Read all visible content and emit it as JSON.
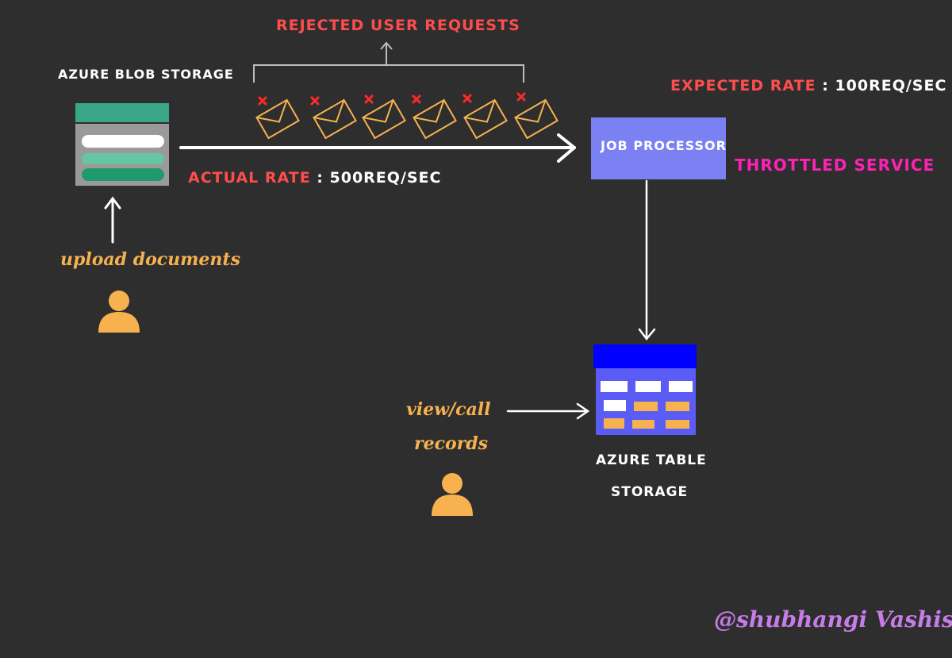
{
  "labels": {
    "rejected": "Rejected user requests",
    "blob_storage": "Azure Blob Storage",
    "expected_rate_label": "Expected rate",
    "expected_rate_value": "100REQ/SEC",
    "actual_rate_label": "Actual rate",
    "actual_rate_value": "500REQ/SEC",
    "job_processor": "Job Processor",
    "throttled_service": "Throttled service",
    "upload_documents": "upload documents",
    "view_call_line1": "view/call",
    "view_call_line2": "records",
    "table_storage_line1": "Azure Table",
    "table_storage_line2": "Storage",
    "signature": "@shubhangi Vashist"
  },
  "colors": {
    "background": "#2e2e2e",
    "red_text": "#ff4d4d",
    "orange": "#f7b24f",
    "job_processor_fill": "#7b80f2",
    "throttled_pink": "#ff21b5",
    "table_header": "#0000ff",
    "table_body": "#5b5cf5",
    "blob_header": "#3aa789",
    "signature_purple": "#c77ce8"
  },
  "icons": [
    "envelope-icon",
    "reject-x-icon",
    "user-icon",
    "blob-storage-icon",
    "table-storage-icon",
    "arrow-icon"
  ]
}
